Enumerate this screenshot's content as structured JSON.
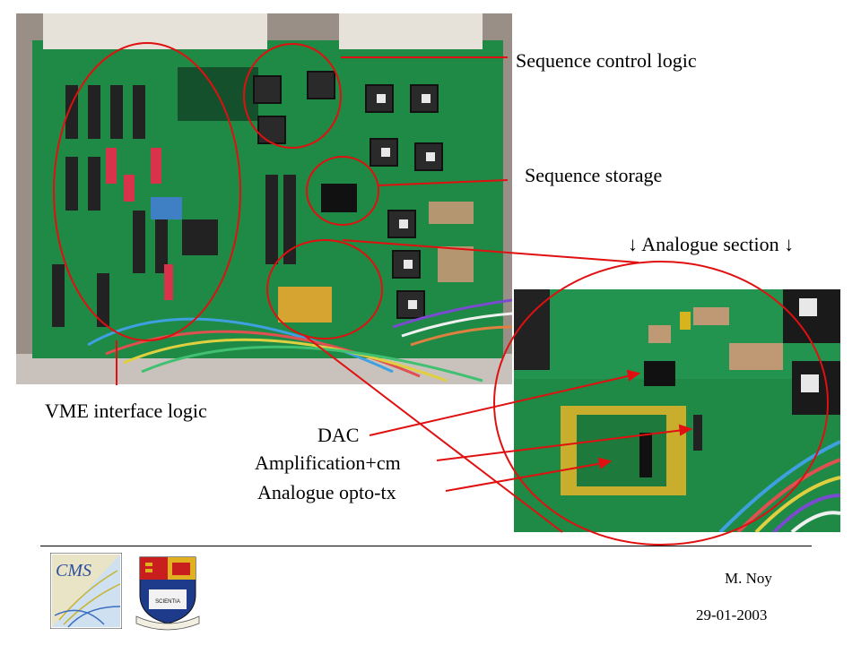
{
  "labels": {
    "sequence_control": "Sequence control logic",
    "sequence_storage": "Sequence storage",
    "analogue_section": "↓ Analogue section ↓",
    "vme_interface": "VME interface logic",
    "dac": "DAC",
    "amplification": "Amplification+cm",
    "opto_tx": "Analogue opto-tx"
  },
  "footer": {
    "author": "M. Noy",
    "date": "29-01-2003"
  },
  "logos": {
    "cms": "CMS",
    "crest_motto": "SCIENTIA"
  },
  "colors": {
    "annotation_red": "#e01010",
    "pcb_green": "#1f8a45"
  }
}
